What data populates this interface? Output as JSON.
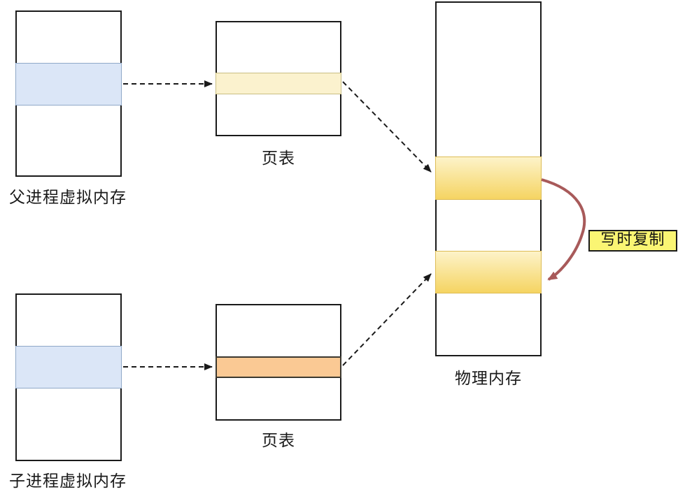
{
  "diagram": {
    "title": "copy-on-write memory mapping diagram",
    "labels": {
      "parent_vm": "父进程虚拟内存",
      "child_vm": "子进程虚拟内存",
      "page_table_top": "页表",
      "page_table_bottom": "页表",
      "physical_memory": "物理内存",
      "cow_badge": "写时复制"
    },
    "colors": {
      "background": "#ffffff",
      "box_border": "#1a1a1a",
      "dashed_arrow": "#1a1a1a",
      "vm_band_fill": "#DBE6F7",
      "vm_band_border": "#8FA8C8",
      "page_entry_parent_fill": "#FBF2CE",
      "page_entry_parent_border": "#C9BE82",
      "page_entry_child_fill": "#FAC994",
      "page_entry_child_border": "#3B382F",
      "phys_band_top": "#FDF3C9",
      "phys_band_bottom": "#F5D462",
      "phys_band_border": "#DDBC55",
      "cow_badge_fill": "#FAF573",
      "cow_arrow": "#A85A5A"
    }
  }
}
